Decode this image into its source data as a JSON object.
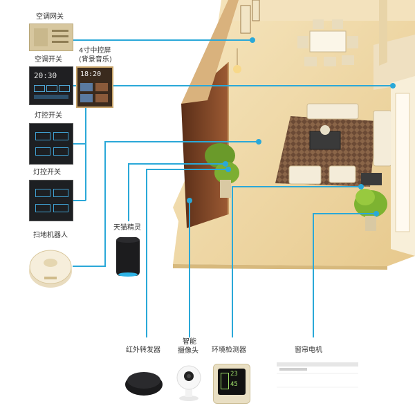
{
  "labels": {
    "ac_gateway": "空调网关",
    "ac_switch": "空调开关",
    "panel_line1": "4寸中控屏",
    "panel_line2": "(背景音乐)",
    "light_switch_1": "灯控开关",
    "light_switch_2": "灯控开关",
    "robot_vacuum": "扫地机器人",
    "smart_speaker": "天猫精灵",
    "ir_blaster": "红外转发器",
    "camera_line1": "智能",
    "camera_line2": "摄像头",
    "env_sensor": "环境检测器",
    "curtain_motor": "窗帘电机"
  },
  "device_screens": {
    "ac_switch_time": "20:30",
    "panel_time": "18:20",
    "sensor_reading_1": "23",
    "sensor_reading_2": "45"
  },
  "colors": {
    "connector": "#2aa8d8",
    "wall": "#8a4a2a",
    "floor": "#f1dcae",
    "rug": "#6b4a35",
    "device_dark": "#1f1f22",
    "device_gold": "#d7c79f"
  },
  "icons": [
    "ac-gateway-icon",
    "ac-switch-icon",
    "control-panel-icon",
    "light-switch-icon",
    "robot-vacuum-icon",
    "smart-speaker-icon",
    "ir-blaster-icon",
    "camera-icon",
    "env-sensor-icon",
    "curtain-motor-icon"
  ]
}
